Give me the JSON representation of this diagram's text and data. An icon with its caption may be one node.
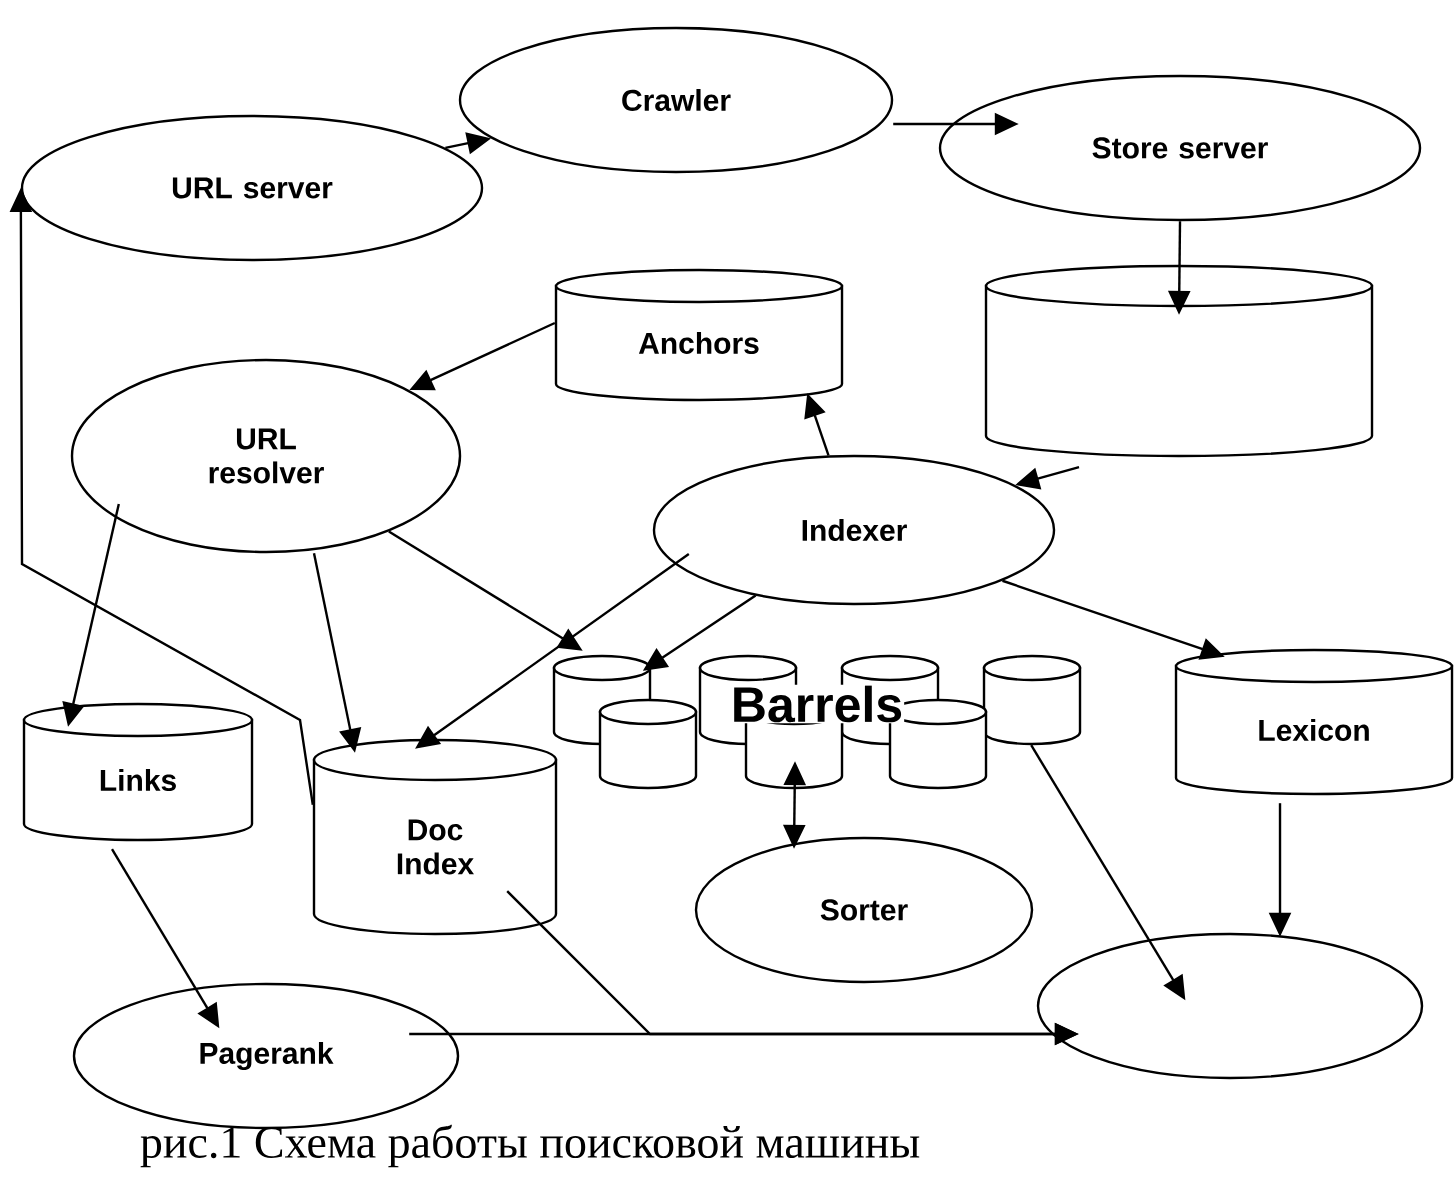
{
  "diagram": {
    "caption": "рис.1 Схема работы поисковой машины",
    "nodes": [
      {
        "text": [
          "Crawler"
        ]
      },
      {
        "text": [
          "URL server"
        ]
      },
      {
        "text": [
          "Store server"
        ]
      },
      {
        "text": [
          "Anchors"
        ]
      },
      {
        "text": [],
        "shape": "cylinder"
      },
      {
        "text": [
          "URL resolver"
        ]
      },
      {
        "text": [
          "Indexer"
        ]
      },
      {
        "text": [
          "Barrels"
        ]
      },
      {
        "text": [
          "Lexicon"
        ]
      },
      {
        "text": [
          "Links"
        ]
      },
      {
        "text": [
          "Doc Index"
        ]
      },
      {
        "text": [
          "Sorter"
        ]
      },
      {
        "text": [],
        "shape": "ellipse"
      },
      {
        "text": [
          "Pagerank"
        ]
      }
    ],
    "edges": [
      {
        "from": 1,
        "to": 0,
        "arrow": "to"
      },
      {
        "from": 0,
        "to": 2,
        "arrow": "to"
      },
      {
        "from": 2,
        "to": 4,
        "arrow": "to"
      },
      {
        "from": 3,
        "to": 5,
        "arrow": "to"
      },
      {
        "from": 4,
        "to": 6,
        "arrow": "to"
      },
      {
        "from": 6,
        "to": 3,
        "arrow": "to"
      },
      {
        "from": 6,
        "to": 8,
        "arrow": "to"
      },
      {
        "from": 6,
        "to": 10,
        "arrow": "to"
      },
      {
        "from": 6,
        "to": 7,
        "arrow": "to"
      },
      {
        "from": 5,
        "to": 9,
        "arrow": "to"
      },
      {
        "from": 5,
        "to": 10,
        "arrow": "to"
      },
      {
        "from": 5,
        "to": 7,
        "arrow": "to"
      },
      {
        "from": 10,
        "to": 1,
        "arrow": "to"
      },
      {
        "from": 7,
        "to": 11,
        "arrow": "both"
      },
      {
        "from": 7,
        "to": 12,
        "arrow": "to"
      },
      {
        "from": 8,
        "to": 12,
        "arrow": "to"
      },
      {
        "from": 9,
        "to": 13,
        "arrow": "to"
      },
      {
        "from": 13,
        "to": 12,
        "arrow": "to"
      },
      {
        "from": 10,
        "to": 12,
        "arrow": "to"
      }
    ]
  }
}
